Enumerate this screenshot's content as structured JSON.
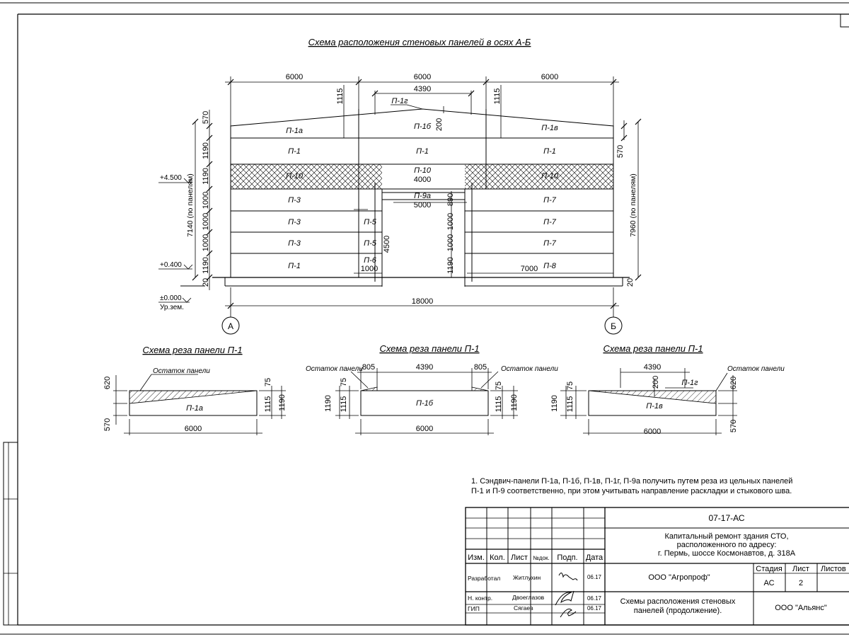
{
  "main_title": "Схема расположения стеновых панелей в осях А-Б",
  "elevation": {
    "top_dims": [
      "6000",
      "6000",
      "6000"
    ],
    "dim_4390": "4390",
    "dim_1115_left": "1115",
    "dim_1115_right": "1115",
    "dim_200": "200",
    "dim_570_left": "570",
    "dim_570_right": "570",
    "left_dims": [
      "1190",
      "1190",
      "1000",
      "1000",
      "1000",
      "1190",
      "20"
    ],
    "opening_dims": [
      "890",
      "1000",
      "1000",
      "1190"
    ],
    "dim_4000": "4000",
    "dim_5000": "5000",
    "dim_4500": "4500",
    "dim_1000": "1000",
    "dim_7000": "7000",
    "dim_18000": "18000",
    "dim_20_right": "20",
    "overall_left": "7140  (по панелям)",
    "overall_right": "7960  (по панелям)",
    "level_top": "+4.500",
    "level_low": "+0.400",
    "level_zero": "±0.000",
    "ground": "Ур.зем.",
    "axes": [
      "А",
      "Б"
    ],
    "panels": {
      "row1": [
        "П-1а",
        "П-1б",
        "П-1в"
      ],
      "p1g": "П-1г",
      "row2": [
        "П-1",
        "П-1",
        "П-1"
      ],
      "row3": [
        "П-10",
        "П-10",
        "П-10"
      ],
      "p9a": "П-9а",
      "left_rows": [
        "П-3",
        "П-3",
        "П-3",
        "П-1"
      ],
      "right_rows": [
        "П-7",
        "П-7",
        "П-7",
        "П-8"
      ],
      "small": [
        "П-5",
        "П-5",
        "П-6"
      ]
    }
  },
  "cut_schemes": [
    {
      "title": "Схема реза панели П-1",
      "label": "П-1а",
      "rem": "Остаток панели",
      "width": "6000",
      "dims": [
        "620",
        "570",
        "75",
        "1115",
        "1190"
      ]
    },
    {
      "title": "Схема реза панели П-1",
      "label": "П-1б",
      "rem_left": "Остаток панели",
      "rem_right": "Остаток панели",
      "width": "6000",
      "top": [
        "805",
        "4390",
        "805"
      ],
      "dims": [
        "75",
        "1190",
        "1115",
        "75",
        "1115",
        "1190"
      ]
    },
    {
      "title": "Схема реза панели П-1",
      "label": "П-1в",
      "label2": "П-1г",
      "rem": "Остаток панели",
      "width": "6000",
      "top": "4390",
      "dims": [
        "75",
        "1190",
        "1115",
        "200",
        "620",
        "570"
      ]
    }
  ],
  "note": [
    "1. Сэндвич-панели П-1а, П-1б, П-1в, П-1г, П-9а получить путем реза из цельных панелей",
    "П-1 и П-9 соответственно, при этом учитывать направление раскладки и стыкового шва."
  ],
  "stamp": {
    "code": "07-17-АС",
    "project": [
      "Капитальный ремонт здания СТО,",
      "расположенного по адресу:",
      "г. Пермь, шоссе Космонавтов, д. 318А"
    ],
    "headers": [
      "Изм.",
      "Кол.",
      "Лист",
      "№док.",
      "Подп.",
      "Дата"
    ],
    "rows": [
      {
        "role": "Разработал",
        "name": "Житлухин",
        "date": "06.17"
      },
      {
        "role": "Н. контр.",
        "name": "Двоеглазов",
        "date": "06.17"
      },
      {
        "role": "ГИП",
        "name": "Сягаев",
        "date": "06.17"
      }
    ],
    "org1": "ООО \"Агропроф\"",
    "stage_hdr": "Стадия",
    "sheet_hdr": "Лист",
    "sheets_hdr": "Листов",
    "stage": "АС",
    "sheet": "2",
    "sheet_title": [
      "Схемы расположения стеновых",
      "панелей (продолжение)."
    ],
    "org2": "ООО \"Альянс\""
  }
}
